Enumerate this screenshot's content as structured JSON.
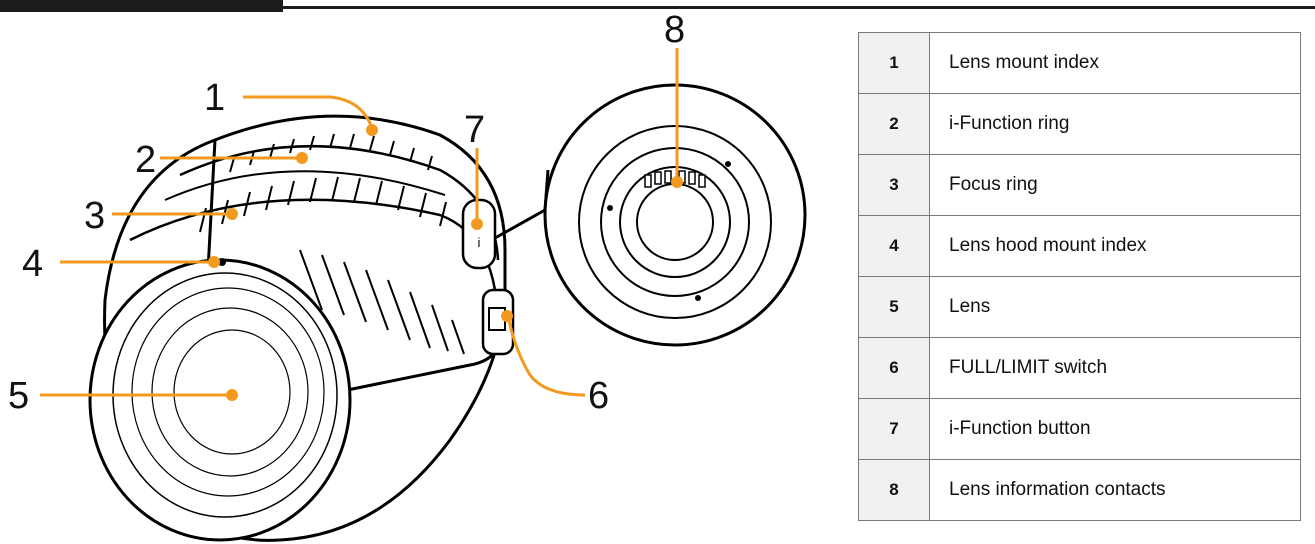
{
  "callouts": [
    "1",
    "2",
    "3",
    "4",
    "5",
    "6",
    "7",
    "8"
  ],
  "legend": [
    {
      "num": "1",
      "label": "Lens mount index"
    },
    {
      "num": "2",
      "label": "i-Function ring"
    },
    {
      "num": "3",
      "label": "Focus ring"
    },
    {
      "num": "4",
      "label": "Lens hood mount index"
    },
    {
      "num": "5",
      "label": "Lens"
    },
    {
      "num": "6",
      "label": "FULL/LIMIT switch"
    },
    {
      "num": "7",
      "label": "i-Function button"
    },
    {
      "num": "8",
      "label": "Lens information contacts"
    }
  ],
  "colors": {
    "leader": "#f39a1e",
    "header_bar": "#1c1c1c",
    "cell_shade": "#f1f1f1"
  }
}
